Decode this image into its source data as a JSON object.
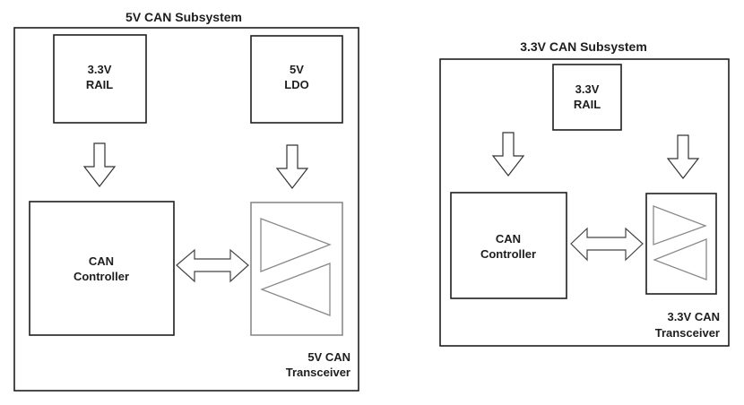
{
  "diagrams": [
    {
      "title": "5V CAN Subsystem",
      "blocks": {
        "rail": {
          "line1": "3.3V",
          "line2": "RAIL"
        },
        "ldo": {
          "line1": "5V",
          "line2": "LDO"
        },
        "controller": {
          "line1": "CAN",
          "line2": "Controller"
        },
        "transceiver": {
          "line1": "5V CAN",
          "line2": "Transceiver"
        }
      }
    },
    {
      "title": "3.3V CAN Subsystem",
      "blocks": {
        "rail": {
          "line1": "3.3V",
          "line2": "RAIL"
        },
        "controller": {
          "line1": "CAN",
          "line2": "Controller"
        },
        "transceiver": {
          "line1": "3.3V CAN",
          "line2": "Transceiver"
        }
      }
    }
  ],
  "colors": {
    "stroke": "#1e1e1e",
    "transceiver_stroke": "#8a8a8a",
    "background": "#ffffff"
  }
}
